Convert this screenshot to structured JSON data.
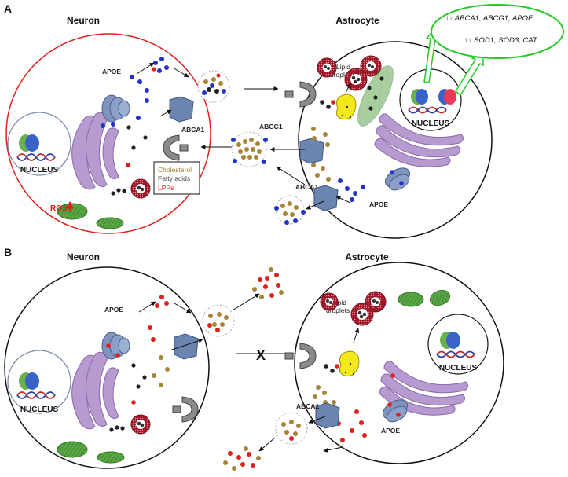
{
  "panels": {
    "a": {
      "letter": "A",
      "left_cell": "Neuron",
      "right_cell": "Astrocyte"
    },
    "b": {
      "letter": "B",
      "left_cell": "Neuron",
      "right_cell": "Astrocyte"
    }
  },
  "labels": {
    "nucleus": "NUCLEUS",
    "apoe": "APOE",
    "abca1": "ABCA1",
    "abcg1": "ABCG1",
    "lipid_droplets_line1": "Lipid",
    "lipid_droplets_line2": "droplets",
    "ros": "ROS",
    "blocked_mark": "X"
  },
  "legend": {
    "items": [
      {
        "label": "Cholesterol",
        "color": "#a07a2a"
      },
      {
        "label": "Fatty acids",
        "color": "#444444"
      },
      {
        "label": "LPPs",
        "color": "#e0201b"
      }
    ]
  },
  "gene_box": {
    "line1": "↑↑ ABCA1, ABCG1, APOE",
    "line2": "↑↑ SOD1, SOD3, CAT"
  },
  "colors": {
    "neuron_membrane_a": "#e0201b",
    "cell_membrane": "#111111",
    "gene_box_border": "#22cc22",
    "apoe_particle": "#2233cc",
    "lpp_particle": "#e0201b",
    "cholesterol": "#a8843a",
    "fatty_acid": "#333333",
    "er": "#a98bc4",
    "golgi": "#7285b0",
    "mitochondria": "#5aa544",
    "transporter": "#6b84b0",
    "receptor": "#808080",
    "lipid_droplet": "#9b1428",
    "lysosome": "#f2e81c"
  }
}
